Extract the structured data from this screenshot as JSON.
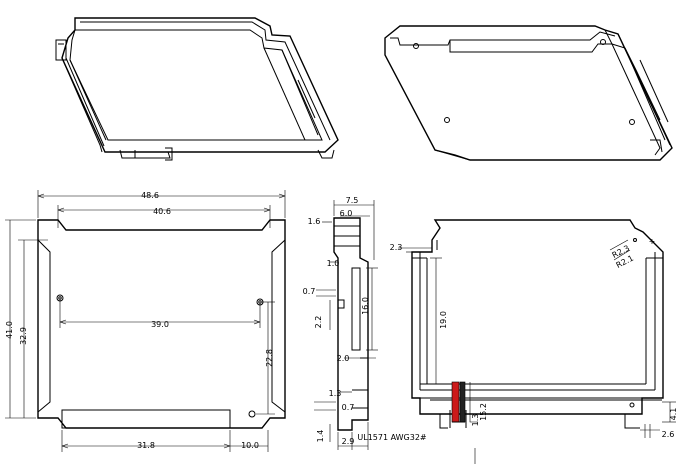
{
  "front_view": {
    "width_outer": "48.6",
    "width_inner": "40.6",
    "height_outer": "41.0",
    "height_inner": "32.9",
    "hole_span_h": "39.0",
    "hole_span_v": "22.8",
    "base_width": "31.8",
    "base_offset": "10.0"
  },
  "side_view": {
    "top_total": "7.5",
    "top_inner": "6.0",
    "left_step": "1.6",
    "rail_top": "1.0",
    "gap_small": "0.7",
    "rail_offset": "2.2",
    "slot_height": "16.0",
    "slot_gap": "2.0",
    "low_step": "1.3",
    "low_gap": "0.7",
    "foot_height": "1.4",
    "foot_width": "2.9"
  },
  "back_view": {
    "corner_step": "2.3",
    "radius_a": "R2.3",
    "radius_b": "R2.1",
    "plus_mark": "+",
    "inner_height": "19.0",
    "lead_length": "15.2",
    "lead_offset": "1.3",
    "right_step": "4.1",
    "right_foot": "2.6",
    "wire_label": "UL1571  AWG32#"
  }
}
